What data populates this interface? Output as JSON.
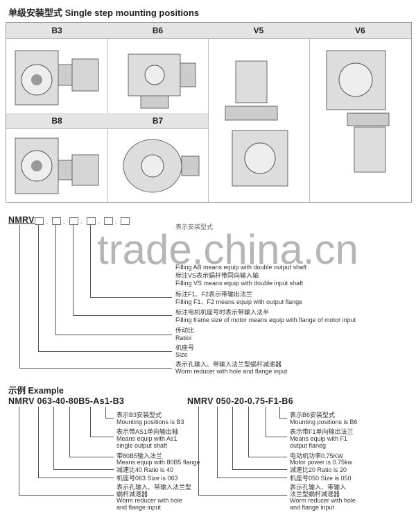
{
  "title": "单级安装型式 Single step mounting positions",
  "positions": {
    "b3": "B3",
    "b6": "B6",
    "v5": "V5",
    "v6": "V6",
    "b8": "B8",
    "b7": "B7"
  },
  "scheme": {
    "prefix": "NMRV",
    "mount_cn": "表示安装型式",
    "ab_en": "Filling AB means equip with double output shaft",
    "vs_cn": "标注VS表示蜗杆带同向输入轴",
    "vs_en": "Filling VS means equip with double input shaft",
    "f_cn": "标注F1、F2表示带输出法兰",
    "f_en": "Filling F1、F2 means equip with output flange",
    "motor_cn": "标注电机机座号时表示带输入法半",
    "motor_en": "Filling frame size of motor means equip with flange of motor input",
    "ratio_cn": "传动比",
    "ratio_en": "Ratioi",
    "size_cn": "机座号",
    "size_en": "Size",
    "worm_cn": "表示孔输入、带输入法兰型蜗杆减速器",
    "worm_en": "Worm reducer with hole and flange input"
  },
  "watermark": "trade.china.cn",
  "example": {
    "title": "示例 Example",
    "left": {
      "code": "NMRV 063-40-80B5-As1-B3",
      "l1": "表示B3安装型式",
      "l2": "Mounting positions is B3",
      "l3": "表示带AS1单向输出轴",
      "l4": "Means equip with As1",
      "l5": "single output shaft",
      "l6": "带80B5输入法兰",
      "l7": "Means equip with 80B5 flange",
      "l8": "减速比40   Ratio is 40",
      "l9": "机座号063   Size is 063",
      "l10": "表示孔输入、带输入法兰型",
      "l11": "蜗杆减速器",
      "l12": "Worm reducer with hole",
      "l13": "and flange input"
    },
    "right": {
      "code": "NMRV 050-20-0.75-F1-B6",
      "l1": "表示B6安装型式",
      "l2": "Mounting positions is B6",
      "l3": "表示带F1单向输出法兰",
      "l4": "Means equip with F1",
      "l5": "output flaneg",
      "l6": "电动机功率0.75KW",
      "l7": "Motor power is 0.75kw",
      "l8": "减速比20    Ratio is 20",
      "l9": "机座号050    Size is 050",
      "l10": "表示孔输入、带输入",
      "l11": "法兰型蜗杆减速器",
      "l12": "Worm reducer with hole",
      "l13": "and flange input"
    }
  }
}
